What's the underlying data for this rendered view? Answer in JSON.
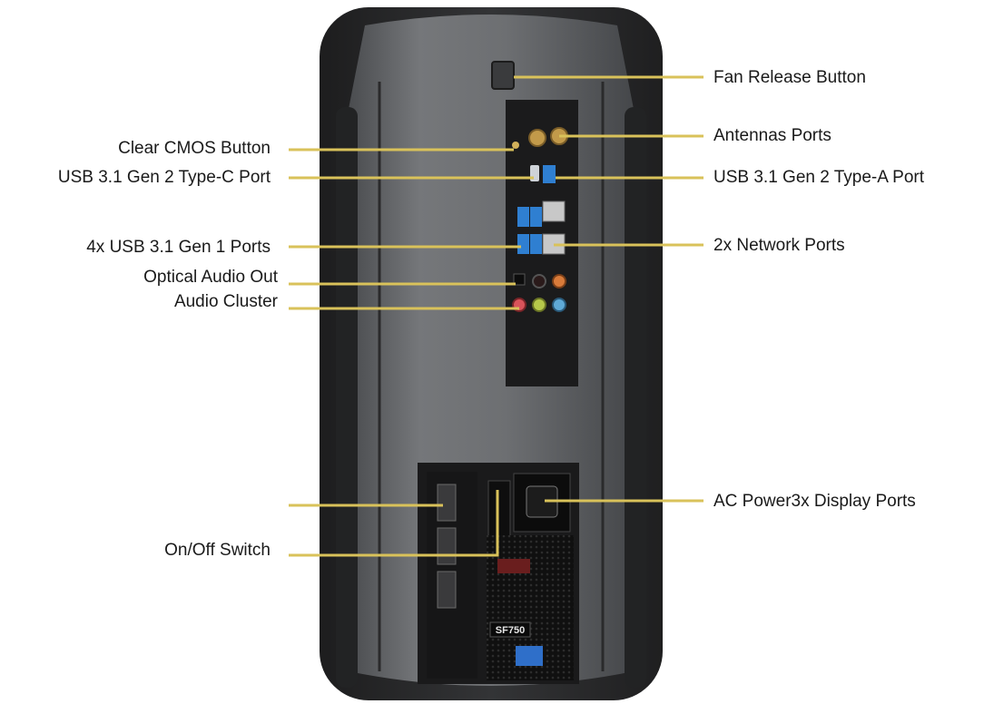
{
  "labels": {
    "fan_release": "Fan Release Button",
    "antennas": "Antennas Ports",
    "usb_a": "USB 3.1 Gen 2 Type-A Port",
    "network": "2x Network Ports",
    "ac_power": "AC Power3x Display Ports",
    "clear_cmos": "Clear CMOS Button",
    "usb_c": "USB 3.1 Gen 2 Type-C Port",
    "usb_gen1": "4x USB 3.1 Gen 1 Ports",
    "optical": "Optical Audio Out",
    "audio": "Audio Cluster",
    "switch": "On/Off Switch"
  },
  "psu_model": "SF750",
  "colors": {
    "case_dark": "#2b2b2b",
    "case_panel": "#6b6d70",
    "leader_line": "#d9c25a",
    "usb_blue": "#2f7fd1",
    "audio_pink": "#d9535a",
    "audio_green": "#b6c84a",
    "audio_blue": "#5fa9d6",
    "audio_orange": "#d97b3a"
  }
}
